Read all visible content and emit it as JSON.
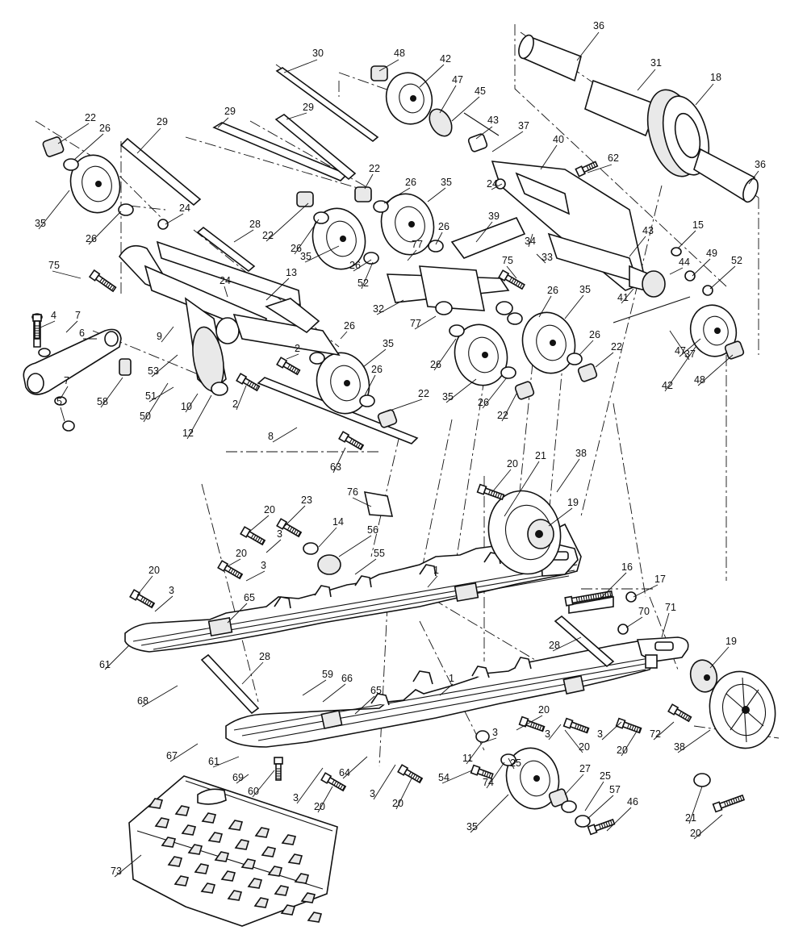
{
  "callouts": [
    "1",
    "2",
    "3",
    "4",
    "5",
    "6",
    "7",
    "8",
    "9",
    "10",
    "11",
    "12",
    "13",
    "14",
    "15",
    "16",
    "17",
    "18",
    "19",
    "20",
    "21",
    "22",
    "23",
    "24",
    "25",
    "26",
    "27",
    "28",
    "29",
    "30",
    "31",
    "32",
    "33",
    "34",
    "35",
    "36",
    "37",
    "38",
    "39",
    "40",
    "41",
    "42",
    "43",
    "44",
    "45",
    "46",
    "47",
    "48",
    "49",
    "50",
    "51",
    "52",
    "53",
    "54",
    "55",
    "56",
    "57",
    "58",
    "59",
    "60",
    "61",
    "62",
    "63",
    "64",
    "65",
    "66",
    "67",
    "68",
    "69",
    "70",
    "71",
    "72",
    "73",
    "74",
    "75",
    "76",
    "77"
  ],
  "colors": {
    "ink": "#111111",
    "paper": "#ffffff",
    "shade": "#e9e9e9"
  }
}
